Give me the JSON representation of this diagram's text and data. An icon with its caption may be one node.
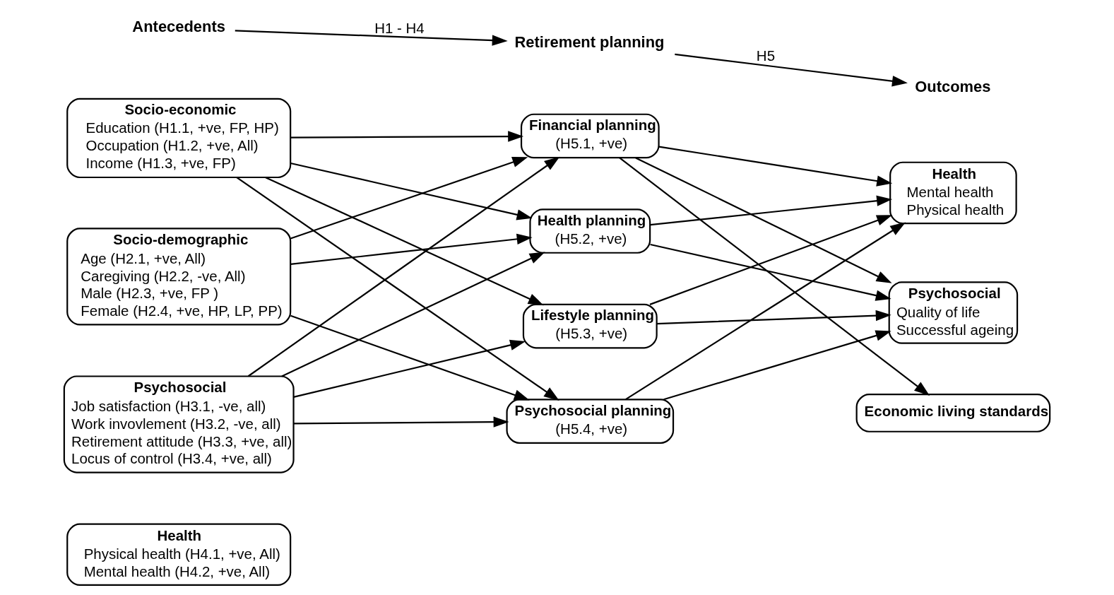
{
  "diagram": {
    "nodes": [
      {
        "text": [
          "Socio-economic",
          "Education (H1.1, +ve, FP, HP)",
          "Occupation (H1.2, +ve, All)",
          "Income (H1.3, +ve, FP)"
        ]
      },
      {
        "text": [
          "Socio-demographic",
          "Age (H2.1, +ve, All)",
          "Caregiving (H2.2, -ve, All)",
          "Male (H2.3, +ve, FP )",
          "Female (H2.4, +ve, HP, LP, PP)"
        ]
      },
      {
        "text": [
          "Psychosocial",
          "Job satisfaction (H3.1, -ve, all)",
          "Work invovlement (H3.2, -ve, all)",
          "Retirement attitude (H3.3, +ve, all)",
          "Locus of control (H3.4, +ve, all)"
        ]
      },
      {
        "text": [
          "Health",
          "Physical health (H4.1, +ve, All)",
          "Mental health (H4.2, +ve, All)"
        ]
      },
      {
        "text": [
          "Financial planning",
          "(H5.1, +ve)"
        ]
      },
      {
        "text": [
          "Health planning",
          "(H5.2, +ve)"
        ]
      },
      {
        "text": [
          "Lifestyle planning",
          "(H5.3, +ve)"
        ]
      },
      {
        "text": [
          "Psychosocial planning",
          "(H5.4, +ve)"
        ]
      },
      {
        "text": [
          "Health",
          "Mental health",
          "Physical health"
        ]
      },
      {
        "text": [
          "Psychosocial",
          "Quality of life",
          "Successful ageing"
        ]
      },
      {
        "text": [
          "Economic living standards"
        ]
      },
      {
        "text": [
          "Antecedents"
        ]
      },
      {
        "text": [
          "Retirement planning"
        ]
      },
      {
        "text": [
          "Outcomes"
        ]
      }
    ],
    "edges": [
      {
        "from": 11,
        "to": 12,
        "arrow": "to",
        "label": "H1 - H4"
      },
      {
        "from": 12,
        "to": 13,
        "arrow": "to",
        "label": "H5"
      },
      {
        "from": 0,
        "to": 4,
        "arrow": "to"
      },
      {
        "from": 0,
        "to": 5,
        "arrow": "to"
      },
      {
        "from": 0,
        "to": 6,
        "arrow": "to"
      },
      {
        "from": 0,
        "to": 7,
        "arrow": "to"
      },
      {
        "from": 1,
        "to": 4,
        "arrow": "to"
      },
      {
        "from": 1,
        "to": 5,
        "arrow": "to"
      },
      {
        "from": 1,
        "to": 7,
        "arrow": "to"
      },
      {
        "from": 2,
        "to": 4,
        "arrow": "to"
      },
      {
        "from": 2,
        "to": 5,
        "arrow": "to"
      },
      {
        "from": 2,
        "to": 6,
        "arrow": "to"
      },
      {
        "from": 2,
        "to": 7,
        "arrow": "to"
      },
      {
        "from": 4,
        "to": 8,
        "arrow": "to"
      },
      {
        "from": 4,
        "to": 9,
        "arrow": "to"
      },
      {
        "from": 4,
        "to": 10,
        "arrow": "to"
      },
      {
        "from": 5,
        "to": 8,
        "arrow": "to"
      },
      {
        "from": 5,
        "to": 9,
        "arrow": "to"
      },
      {
        "from": 6,
        "to": 8,
        "arrow": "to"
      },
      {
        "from": 6,
        "to": 9,
        "arrow": "to"
      },
      {
        "from": 7,
        "to": 8,
        "arrow": "to"
      },
      {
        "from": 7,
        "to": 9,
        "arrow": "to"
      }
    ]
  }
}
